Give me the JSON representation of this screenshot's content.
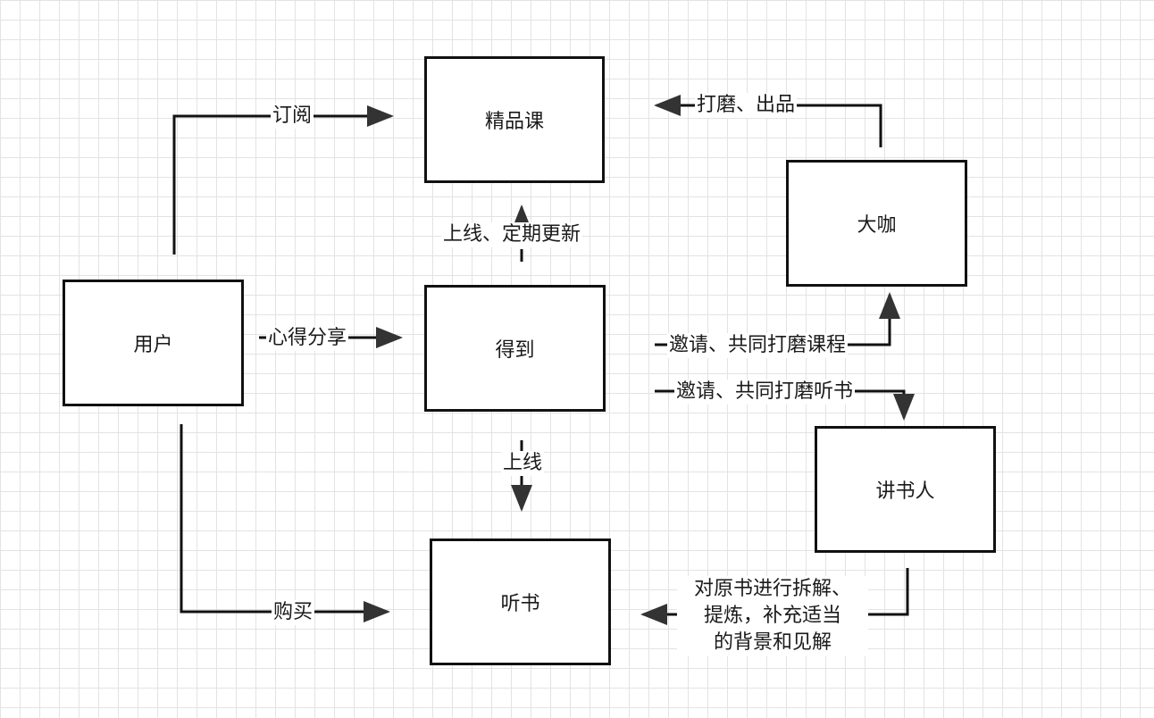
{
  "nodes": {
    "jingpinke": "精品课",
    "daka": "大咖",
    "yonghu": "用户",
    "dedao": "得到",
    "jiangshuren": "讲书人",
    "tingshu": "听书"
  },
  "edges": {
    "subscribe": "订阅",
    "polish_produce": "打磨、出品",
    "online_update": "上线、定期更新",
    "share": "心得分享",
    "invite_course": "邀请、共同打磨课程",
    "invite_book": "邀请、共同打磨听书",
    "online": "上线",
    "buy": "购买",
    "deconstruct": [
      "对原书进行拆解、",
      "提炼，补充适当",
      "的背景和见解"
    ]
  }
}
